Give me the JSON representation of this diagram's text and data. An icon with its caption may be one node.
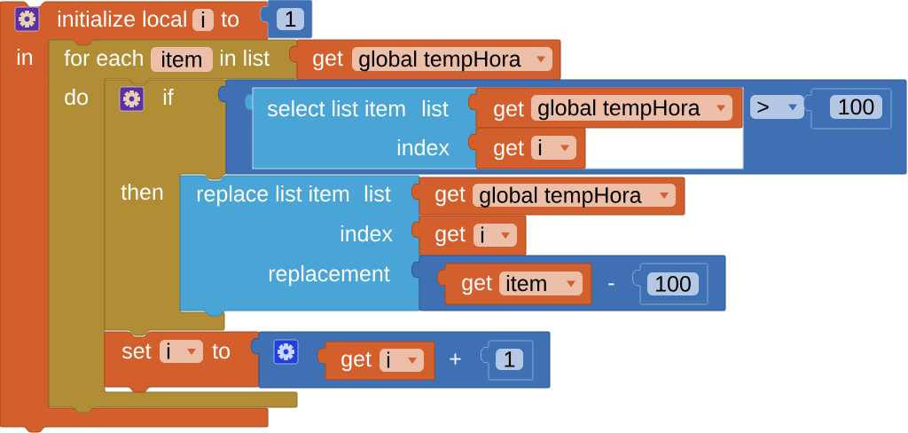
{
  "diagram": {
    "nodes": [
      {
        "text": [
          "initialize local",
          "to",
          "in"
        ]
      },
      {
        "text": [
          "i"
        ],
        "in": 0
      },
      {
        "text": [
          "1"
        ]
      },
      {
        "text": [
          "for each",
          "in list",
          "do"
        ]
      },
      {
        "text": [
          "item"
        ],
        "in": 3
      },
      {
        "text": [
          "get"
        ]
      },
      {
        "text": [
          "global tempHora"
        ],
        "in": 5
      },
      {
        "text": [
          "if",
          "then"
        ],
        "in": 3
      },
      {
        "text": [],
        "shape": "box"
      },
      {
        "text": [
          "select list item",
          "list",
          "index"
        ],
        "in": 8
      },
      {
        "text": [
          "get"
        ],
        "in": 9
      },
      {
        "text": [
          "global tempHora"
        ],
        "in": 10
      },
      {
        "text": [
          "get"
        ],
        "in": 9
      },
      {
        "text": [
          "i"
        ],
        "in": 12
      },
      {
        "text": [
          ">"
        ],
        "in": 8
      },
      {
        "text": [
          "100"
        ],
        "in": 8
      },
      {
        "text": [
          "replace list item",
          "list",
          "index",
          "replacement"
        ]
      },
      {
        "text": [
          "get"
        ]
      },
      {
        "text": [
          "global tempHora"
        ],
        "in": 17
      },
      {
        "text": [
          "get"
        ]
      },
      {
        "text": [
          "i"
        ],
        "in": 19
      },
      {
        "text": [
          "-"
        ]
      },
      {
        "text": [
          "get"
        ],
        "in": 21
      },
      {
        "text": [
          "item"
        ],
        "in": 22
      },
      {
        "text": [
          "100"
        ],
        "in": 21
      },
      {
        "text": [
          "set",
          "to"
        ],
        "in": 3
      },
      {
        "text": [
          "i"
        ],
        "in": 25
      },
      {
        "text": [
          "+"
        ]
      },
      {
        "text": [
          "get"
        ],
        "in": 27
      },
      {
        "text": [
          "i"
        ],
        "in": 28
      },
      {
        "text": [
          "1"
        ],
        "in": 27
      }
    ]
  }
}
